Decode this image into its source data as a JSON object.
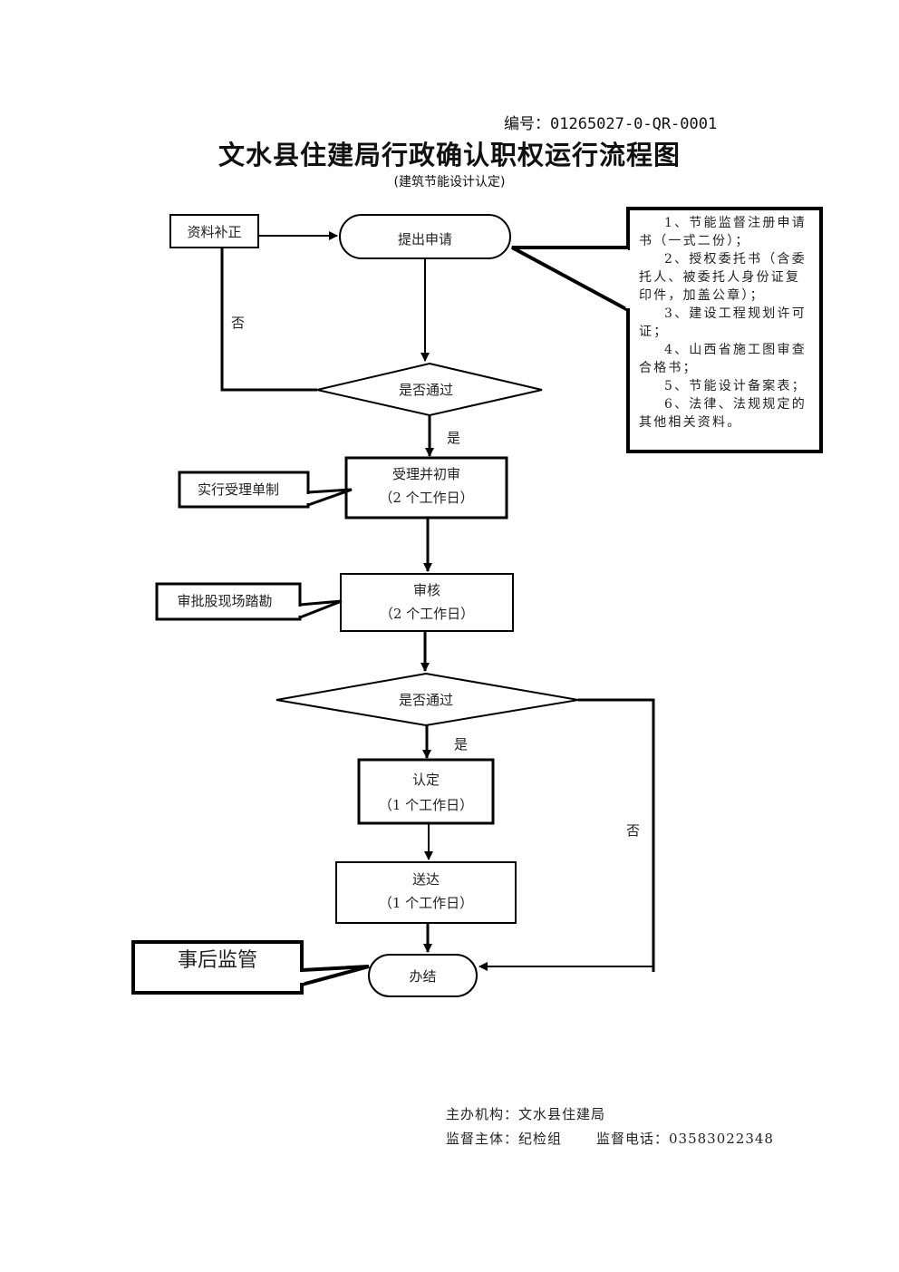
{
  "header": {
    "doc_code": "编号：01265027-0-QR-0001",
    "title": "文水县住建局行政确认职权运行流程图",
    "subtitle": "(建筑节能设计认定)"
  },
  "flow": {
    "supplement": "资料补正",
    "apply": "提出申请",
    "check1": "是否通过",
    "accept_title": "受理并初审",
    "accept_days": "（2 个工作日）",
    "accept_note": "实行受理单制",
    "review_title": "审核",
    "review_days": "（2 个工作日）",
    "review_note": "审批股现场踏勘",
    "check2": "是否通过",
    "confirm_title": "认定",
    "confirm_days": "（1 个工作日）",
    "deliver_title": "送达",
    "deliver_days": "（1 个工作日）",
    "finish": "办结",
    "post_supervision": "事后监管",
    "yes1": "是",
    "no1": "否",
    "yes2": "是",
    "no2": "否"
  },
  "requirements": [
    "1、节能监督注册申请书（一式二份）；",
    "2、授权委托书（含委托人、被委托人身份证复印件，加盖公章）；",
    "3、建设工程规划许可证；",
    "4、山西省施工图审查合格书；",
    "5、节能设计备案表；",
    "6、法律、法规规定的其他相关资料。"
  ],
  "footer": {
    "organizer": "主办机构：文水县住建局",
    "supervisor": "监督主体：纪检组",
    "phone": "监督电话：03583022348"
  }
}
